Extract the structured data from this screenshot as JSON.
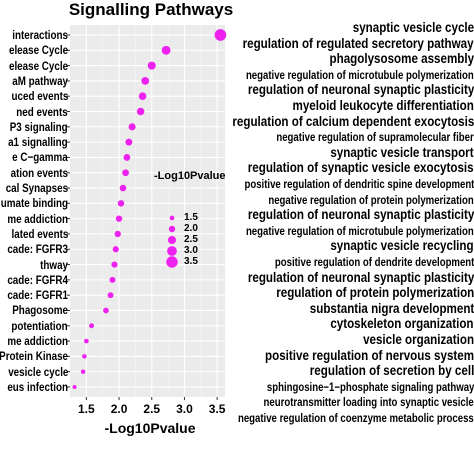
{
  "chart_data": [
    {
      "type": "scatter",
      "title": "Signalling Pathways",
      "xlabel": "-Log10Pvalue",
      "ylabel": "",
      "xlim": [
        1.25,
        3.62
      ],
      "x_ticks": [
        "1.5",
        "2.0",
        "2.5",
        "3.0",
        "3.5"
      ],
      "x_tick_values": [
        1.5,
        2.0,
        2.5,
        3.0,
        3.5
      ],
      "grid": true,
      "legend_position": "inside-right",
      "legend_title": "-Log10Pvalue",
      "legend_entries": [
        "1.5",
        "2.0",
        "2.5",
        "3.0",
        "3.5"
      ],
      "legend_values": [
        1.5,
        2.0,
        2.5,
        3.0,
        3.5
      ],
      "point_color": "#ee22ee",
      "panel_color": "#ebebeb",
      "categories": [
        "interactions",
        "elease Cycle",
        "elease Cycle",
        "aM pathway",
        "uced events",
        "ned events",
        "P3 signaling",
        "a1 signalling",
        "e C−gamma",
        "ation events",
        "cal Synapses",
        "umate binding",
        "me addiction",
        "lated events",
        "cade: FGFR3",
        "thway",
        "cade: FGFR4",
        "cade: FGFR1",
        "Phagosome",
        "potentiation",
        "me addiction",
        "Protein Kinase",
        "vesicle cycle",
        "eus infection"
      ],
      "values": [
        3.55,
        2.72,
        2.5,
        2.4,
        2.36,
        2.33,
        2.2,
        2.15,
        2.12,
        2.1,
        2.06,
        2.03,
        2.0,
        1.98,
        1.95,
        1.93,
        1.9,
        1.87,
        1.8,
        1.58,
        1.5,
        1.47,
        1.45,
        1.32
      ]
    },
    {
      "type": "table",
      "terms": [
        "synaptic vesicle cycle",
        "regulation of regulated secretory pathway",
        "phagolysosome assembly",
        "negative regulation of microtubule polymerization",
        "regulation of neuronal synaptic plasticity",
        "myeloid leukocyte differentiation",
        "regulation of calcium dependent exocytosis",
        "negative regulation of supramolecular fiber",
        "synaptic vesicle transport",
        "regulation of synaptic vesicle exocytosis",
        "positive regulation of dendritic spine development",
        "negative regulation of protein polymerization",
        "regulation of neuronal synaptic plasticity",
        "negative regulation of microtubule polymerization",
        "synaptic vesicle recycling",
        "positive regulation of dendrite development",
        "regulation of neuronal synaptic plasticity",
        "regulation of protein polymerization",
        "substantia nigra development",
        "cytoskeleton organization",
        "vesicle organization",
        "positive regulation of nervous system",
        "regulation of secretion by cell",
        "sphingosine−1−phosphate signaling pathway",
        "neurotransmitter loading into synaptic vesicle",
        "negative regulation of coenzyme metabolic process"
      ]
    }
  ]
}
